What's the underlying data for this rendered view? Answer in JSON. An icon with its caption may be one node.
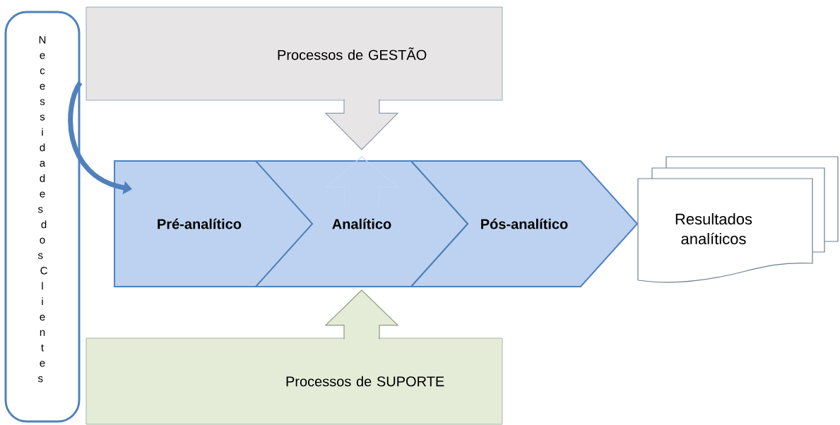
{
  "diagram": {
    "nodes": [
      {
        "text": [
          "Necessidades dos Clientes"
        ]
      },
      {
        "text": [
          "Processos de GESTÃO"
        ]
      },
      {
        "text": [
          "Pré-analítico"
        ]
      },
      {
        "text": [
          "Analítico"
        ]
      },
      {
        "text": [
          "Pós-analítico"
        ]
      },
      {
        "text": [
          "Resultados analíticos"
        ]
      },
      {
        "text": [
          "Processos de SUPORTE"
        ]
      }
    ],
    "edges": [
      {
        "from": 0,
        "to": 2,
        "arrow": "to",
        "color": "#4f81bd"
      },
      {
        "from": 1,
        "to": 3,
        "arrow": "to",
        "color": "#e7e5e6"
      },
      {
        "from": 6,
        "to": 3,
        "arrow": "to",
        "color": "#e4ecd8"
      }
    ]
  }
}
